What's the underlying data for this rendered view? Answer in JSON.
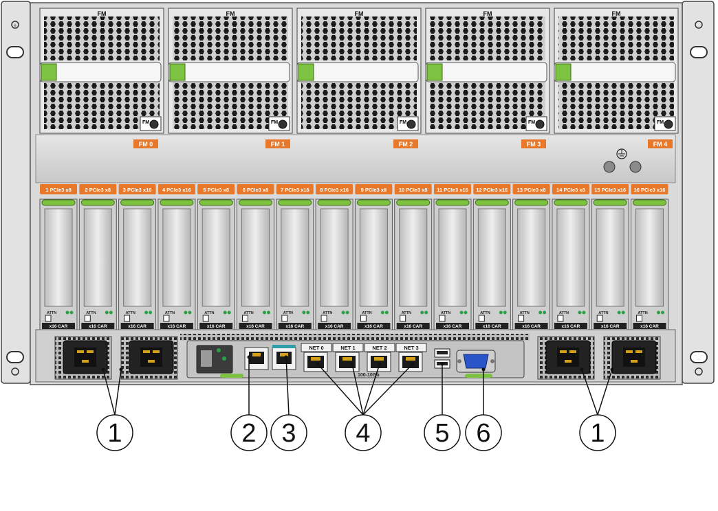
{
  "fan_modules": [
    {
      "top_label": "FM",
      "slot_label": "FM 0"
    },
    {
      "top_label": "FM",
      "slot_label": "FM 1"
    },
    {
      "top_label": "FM",
      "slot_label": "FM 2"
    },
    {
      "top_label": "FM",
      "slot_label": "FM 3"
    },
    {
      "top_label": "FM",
      "slot_label": "FM 4"
    }
  ],
  "fan_badge": "FM",
  "pcie_slots": [
    {
      "label": "1 PCIe3 x8",
      "card": "x16 CAR"
    },
    {
      "label": "2 PCIe3 x8",
      "card": "x16 CAR"
    },
    {
      "label": "3 PCIe3 x16",
      "card": "x16 CAR"
    },
    {
      "label": "4 PCIe3 x16",
      "card": "x16 CAR"
    },
    {
      "label": "5 PCIe3 x8",
      "card": "x16 CAR"
    },
    {
      "label": "6 PCIe3 x8",
      "card": "x16 CAR"
    },
    {
      "label": "7 PCIe3 x16",
      "card": "x16 CAR"
    },
    {
      "label": "8 PCIe3 x16",
      "card": "x16 CAR"
    },
    {
      "label": "9 PCIe3 x8",
      "card": "x16 CAR"
    },
    {
      "label": "10 PCIe3 x8",
      "card": "x16 CAR"
    },
    {
      "label": "11 PCIe3 x16",
      "card": "x16 CAR"
    },
    {
      "label": "12 PCIe3 x16",
      "card": "x16 CAR"
    },
    {
      "label": "13 PCIe3 x8",
      "card": "x16 CAR"
    },
    {
      "label": "14 PCIe3 x8",
      "card": "x16 CAR"
    },
    {
      "label": "15 PCIe3 x16",
      "card": "x16 CAR"
    },
    {
      "label": "16 PCIe3 x16",
      "card": "x16 CAR"
    }
  ],
  "attn_label": "ATTN",
  "net_ports": [
    "NET 0",
    "NET 1",
    "NET 2",
    "NET 3"
  ],
  "net_speed": "100-10Gb",
  "callouts": [
    "1",
    "1",
    "2",
    "3",
    "4",
    "4",
    "4",
    "4",
    "5",
    "6",
    "1",
    "1"
  ],
  "colors": {
    "orange_label": "#e8782a",
    "latch_green": "#7ec242",
    "chassis_gray": "#d4d4d4",
    "vga_blue": "#2a55c8"
  }
}
